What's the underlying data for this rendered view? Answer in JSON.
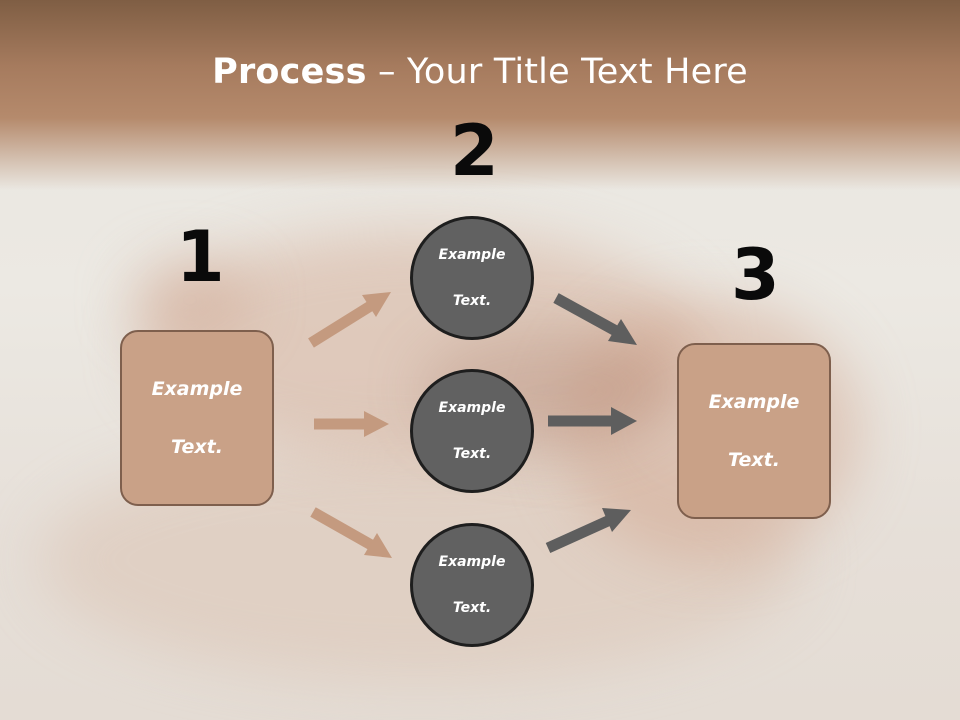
{
  "title": {
    "bold": "Process",
    "rest": " – Your Title Text Here"
  },
  "steps": {
    "one": "1",
    "two": "2",
    "three": "3"
  },
  "left_box": {
    "line1": "Example",
    "line2": "Text."
  },
  "right_box": {
    "line1": "Example",
    "line2": "Text."
  },
  "circles": [
    {
      "line1": "Example",
      "line2": "Text."
    },
    {
      "line1": "Example",
      "line2": "Text."
    },
    {
      "line1": "Example",
      "line2": "Text."
    }
  ],
  "colors": {
    "box_fill": "#c9a187",
    "box_border": "#7e5f4d",
    "circle_fill": "#616161",
    "circle_border": "#1e1e1e",
    "arrow_tan": "#c49a7f",
    "arrow_gray": "#5e5e5e",
    "title_band": "#a67b5e"
  }
}
